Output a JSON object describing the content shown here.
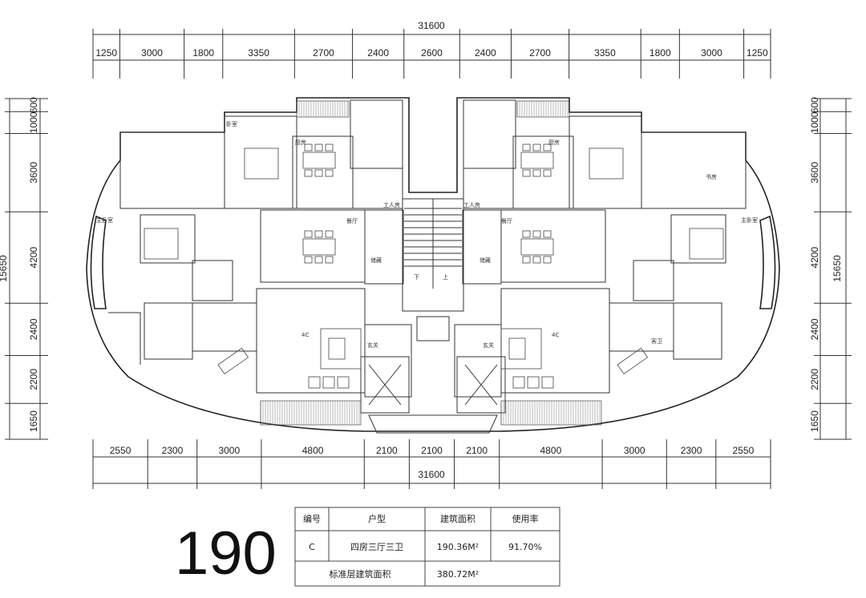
{
  "plan_number": "190",
  "dimensions": {
    "top_total": "31600",
    "top_segments": [
      "1250",
      "3000",
      "1800",
      "3350",
      "2700",
      "2400",
      "2600",
      "2400",
      "2700",
      "3350",
      "1800",
      "3000",
      "1250"
    ],
    "bottom_segments": [
      "2550",
      "2300",
      "3000",
      "4800",
      "2100",
      "2100",
      "2100",
      "4800",
      "3000",
      "2300",
      "2550"
    ],
    "bottom_total": "31600",
    "left_segments": [
      "600",
      "1000",
      "3600",
      "4200",
      "2400",
      "2200",
      "1650"
    ],
    "left_total": "15650",
    "right_segments": [
      "600",
      "1000",
      "3600",
      "4200",
      "2400",
      "2200",
      "1650"
    ],
    "right_total": "15650"
  },
  "room_labels": {
    "bedroom": "卧室",
    "master_bedroom": "主卧室",
    "dining_left": "餐厅",
    "dining_right": "餐厅",
    "kitchen_left": "厨房",
    "kitchen_right": "厨房",
    "study": "书房",
    "maid_left": "工人房",
    "maid_right": "工人房",
    "storage_left": "储藏",
    "storage_right": "储藏",
    "entry_left": "玄关",
    "entry_right": "玄关",
    "guest_bath": "客卫",
    "down": "下",
    "up": "上",
    "elevator_left": "4C",
    "elevator_right": "4C"
  },
  "table": {
    "headers": [
      "编号",
      "户型",
      "建筑面积",
      "使用率"
    ],
    "row": [
      "C",
      "四房三厅三卫",
      "190.36M²",
      "91.70%"
    ],
    "footer_label": "标准层建筑面积",
    "footer_value": "380.72M²"
  }
}
